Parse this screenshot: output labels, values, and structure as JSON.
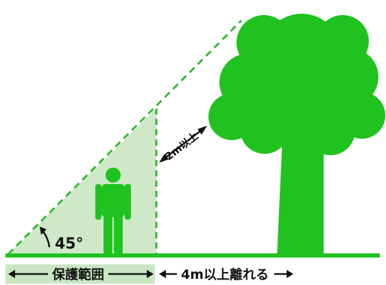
{
  "colors": {
    "green": "#1fc21f",
    "dashed_line": "#33b833",
    "zone_fill": "#cfe8c8",
    "label_band": "#c9e6c1",
    "text": "#111111"
  },
  "labels": {
    "angle": "45°",
    "clearance": "2m以上",
    "protection_range": "保護範囲",
    "distance": "4m以上離れる"
  },
  "icons": {
    "person": "person-icon",
    "tree": "tree-icon"
  }
}
